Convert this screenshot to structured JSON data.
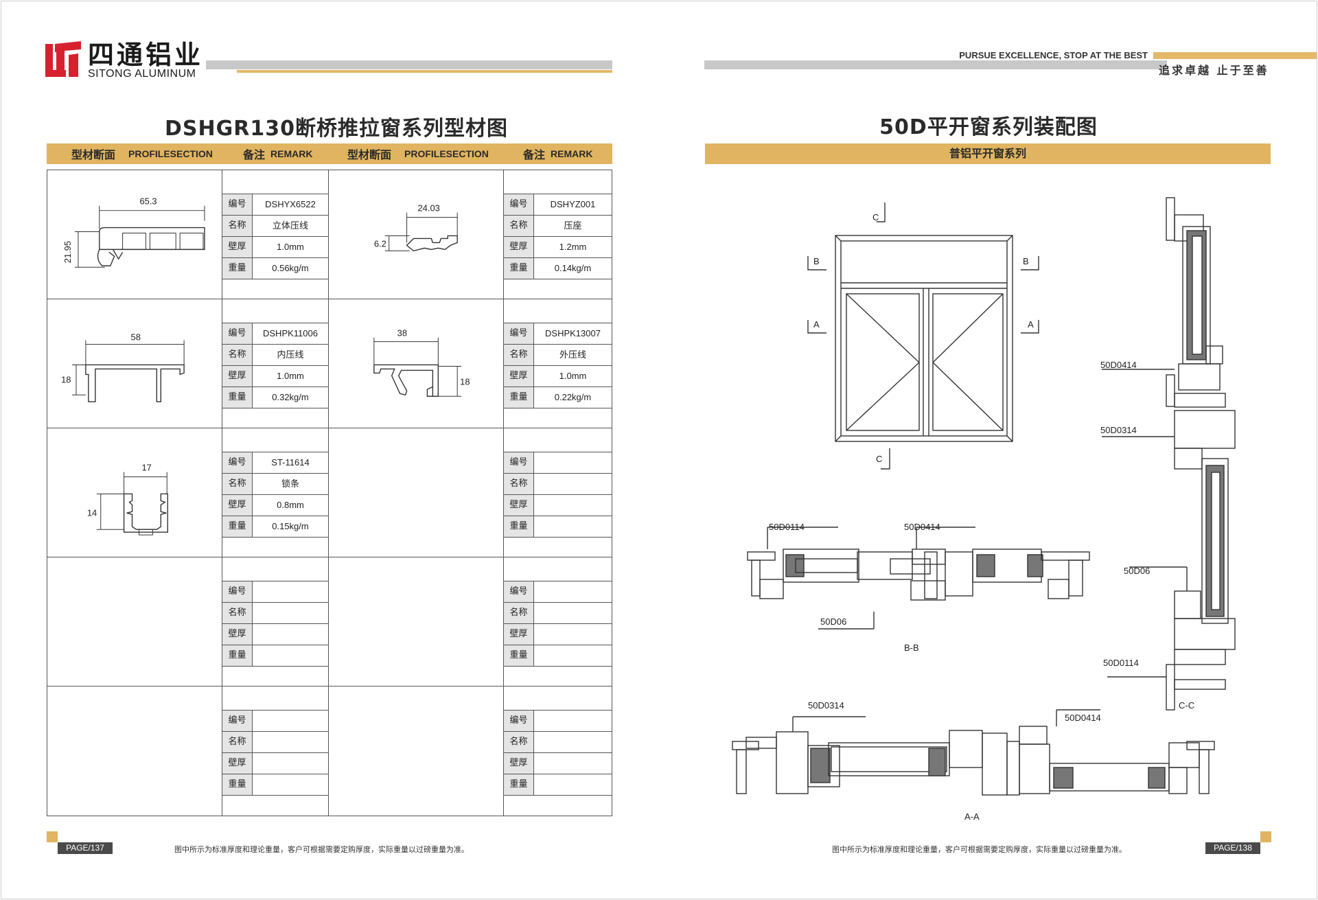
{
  "brand": {
    "name_cn": "四通铝业",
    "name_en": "SITONG ALUMINUM",
    "logo_color": "#d7212f"
  },
  "slogan": {
    "en": "PURSUE EXCELLENCE, STOP AT THE BEST",
    "cn": "追求卓越 止于至善"
  },
  "left_page": {
    "title": "DSHGR130断桥推拉窗系列型材图",
    "header": {
      "col1_cn": "型材断面",
      "col1_en": "PROFILESECTION",
      "col2_cn": "备注",
      "col2_en": "REMARK",
      "col3_cn": "型材断面",
      "col3_en": "PROFILESECTION",
      "col4_cn": "备注",
      "col4_en": "REMARK"
    },
    "spec_keys": [
      "编号",
      "名称",
      "壁厚",
      "重量"
    ],
    "profiles": [
      {
        "code": "DSHYX6522",
        "name": "立体压线",
        "thickness": "1.0mm",
        "weight": "0.56kg/m",
        "dim_w": "65.3",
        "dim_h": "21.95"
      },
      {
        "code": "DSHYZ001",
        "name": "压座",
        "thickness": "1.2mm",
        "weight": "0.14kg/m",
        "dim_w": "24.03",
        "dim_h": "6.2"
      },
      {
        "code": "DSHPK11006",
        "name": "内压线",
        "thickness": "1.0mm",
        "weight": "0.32kg/m",
        "dim_w": "58",
        "dim_h": "18"
      },
      {
        "code": "DSHPK13007",
        "name": "外压线",
        "thickness": "1.0mm",
        "weight": "0.22kg/m",
        "dim_w": "38",
        "dim_h": "18"
      },
      {
        "code": "ST-11614",
        "name": "锁条",
        "thickness": "0.8mm",
        "weight": "0.15kg/m",
        "dim_w": "17",
        "dim_h": "14"
      }
    ],
    "page": "PAGE/137",
    "footnote": "图中所示为标准厚度和理论重量，客户可根据需要定购厚度，实际重量以过磅重量为准。"
  },
  "right_page": {
    "title": "50D平开窗系列装配图",
    "subtitle": "普铝平开窗系列",
    "section_marks": [
      "C",
      "B",
      "A",
      "C",
      "B",
      "A"
    ],
    "labels": {
      "bb_left": "50D0114",
      "bb_right": "50D0414",
      "bb_mid": "50D06",
      "bb_caption": "B-B",
      "cc_1": "50D0414",
      "cc_2": "50D0314",
      "cc_3": "50D06",
      "cc_4": "50D0114",
      "cc_caption": "C-C",
      "aa_left": "50D0314",
      "aa_right": "50D0414",
      "aa_caption": "A-A"
    },
    "page": "PAGE/138",
    "footnote": "图中所示为标准厚度和理论重量，客户可根据需要定购厚度，实际重量以过磅重量为准。"
  }
}
